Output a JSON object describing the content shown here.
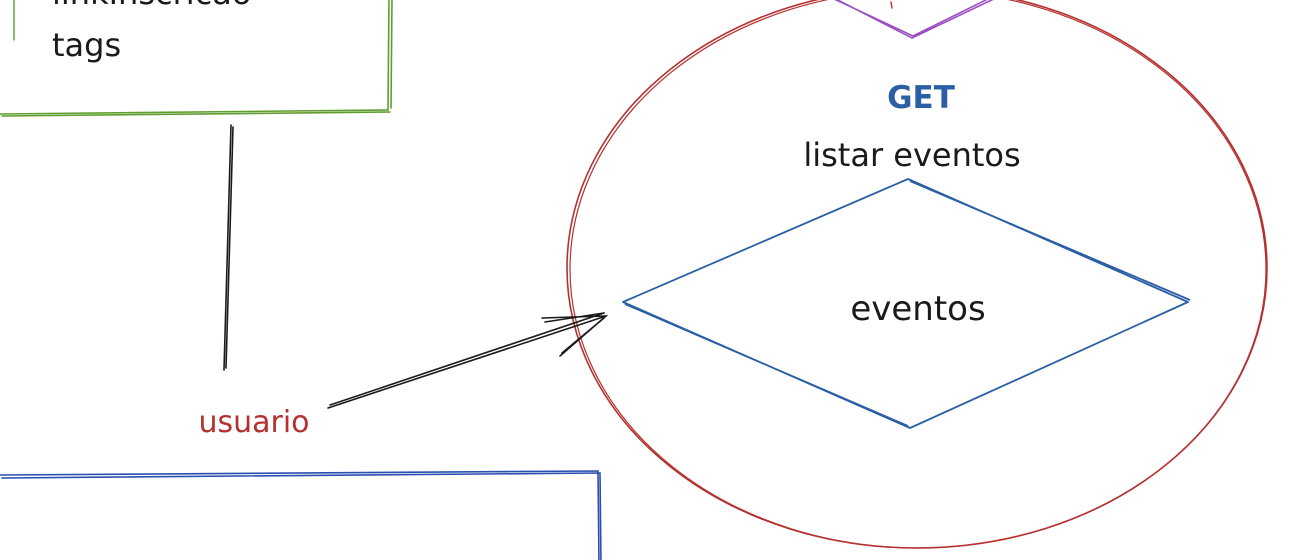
{
  "nodes": {
    "green_box": {
      "line1": "linkInscricao",
      "line2": "tags",
      "color": "#5f9e2e"
    },
    "circle": {
      "method": "GET",
      "label": "listar eventos",
      "color": "#b5312f",
      "method_color": "#2a5fa5"
    },
    "diamond": {
      "label": "eventos",
      "color": "#2a5fa5"
    },
    "actor": {
      "label": "usuario",
      "color": "#b5312f"
    },
    "blue_box": {
      "color": "#2a4fb0"
    },
    "top_diamond": {
      "color": "#9b4fc0"
    }
  },
  "edge_color": "#1a1a1a"
}
